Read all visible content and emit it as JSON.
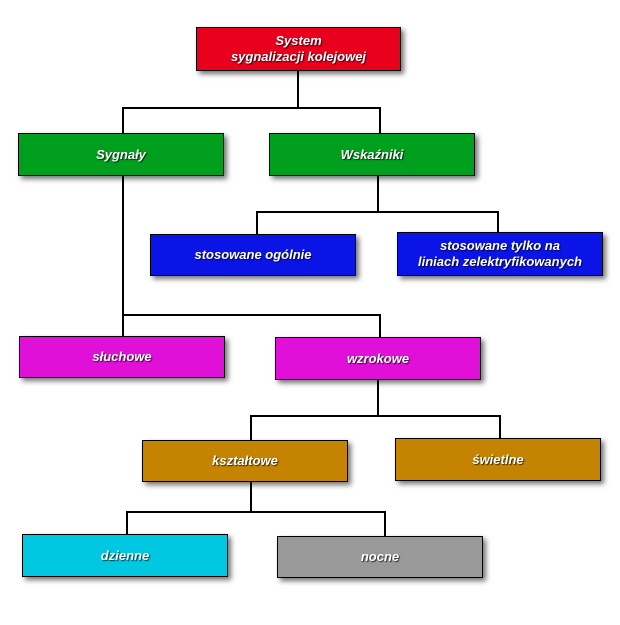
{
  "nodes": {
    "root": {
      "label": "System\nsygnalizacji kolejowej",
      "color": "#e8001c"
    },
    "sygnaly": {
      "label": "Sygnały",
      "color": "#00a01e"
    },
    "wskazniki": {
      "label": "Wskaźniki",
      "color": "#00a01e"
    },
    "ogolnie": {
      "label": "stosowane ogólnie",
      "color": "#0a14e6"
    },
    "zelektryfikowane": {
      "label": "stosowane tylko na\nliniach zelektryfikowanych",
      "color": "#0a14e6"
    },
    "sluchowe": {
      "label": "słuchowe",
      "color": "#e010d8"
    },
    "wzrokowe": {
      "label": "wzrokowe",
      "color": "#e010d8"
    },
    "ksztaltowe": {
      "label": "kształtowe",
      "color": "#c48300"
    },
    "swietlne": {
      "label": "świetlne",
      "color": "#c48300"
    },
    "dzienne": {
      "label": "dzienne",
      "color": "#00c8e0"
    },
    "nocne": {
      "label": "nocne",
      "color": "#999999"
    }
  }
}
